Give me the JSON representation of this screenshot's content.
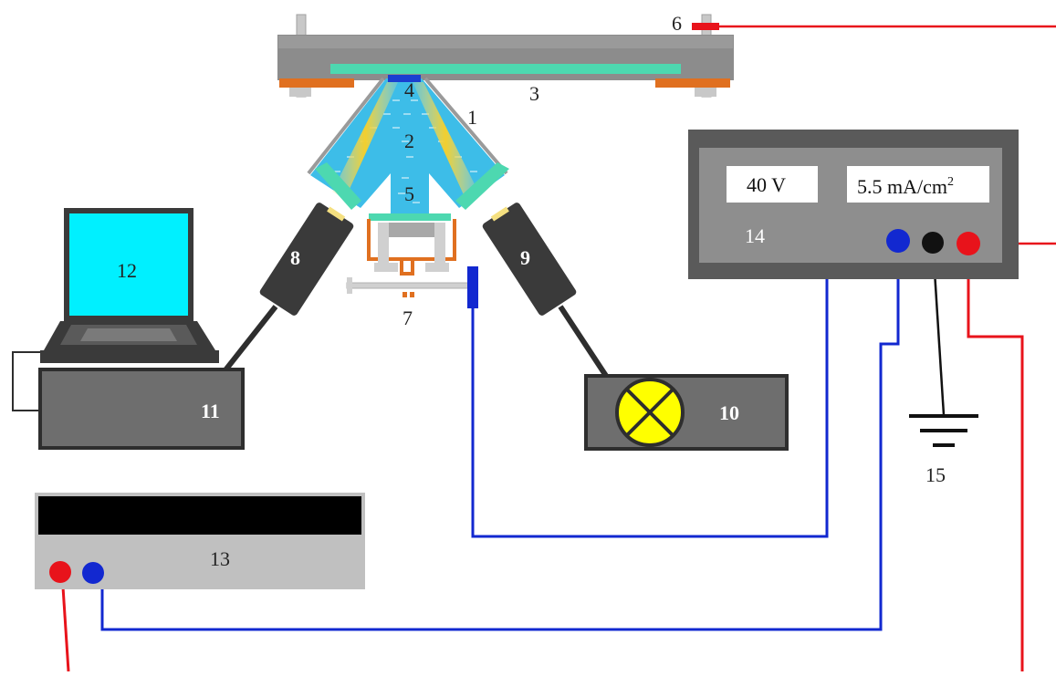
{
  "labels": {
    "n1": "1",
    "n2": "2",
    "n3": "3",
    "n4": "4",
    "n5": "5",
    "n6": "6",
    "n7": "7",
    "n8": "8",
    "n9": "9",
    "n10": "10",
    "n11": "11",
    "n12": "12",
    "n13": "13",
    "n14": "14",
    "n15": "15"
  },
  "power_supply": {
    "voltage": "40 V",
    "current_density_value": "5.5 mA/cm",
    "current_density_exponent": "2"
  },
  "colors": {
    "wire_red": "#e8131b",
    "wire_blue": "#1228d0",
    "wire_black": "#111111",
    "frame_gray": "#8c8c8c",
    "light_cyan": "#3dbde8",
    "beam_yellow": "#f2d23a",
    "screen_cyan": "#00f0ff",
    "lamp_yellow": "#ffff00",
    "seal_orange": "#e07020",
    "glass_mint": "#4dd8b0"
  }
}
